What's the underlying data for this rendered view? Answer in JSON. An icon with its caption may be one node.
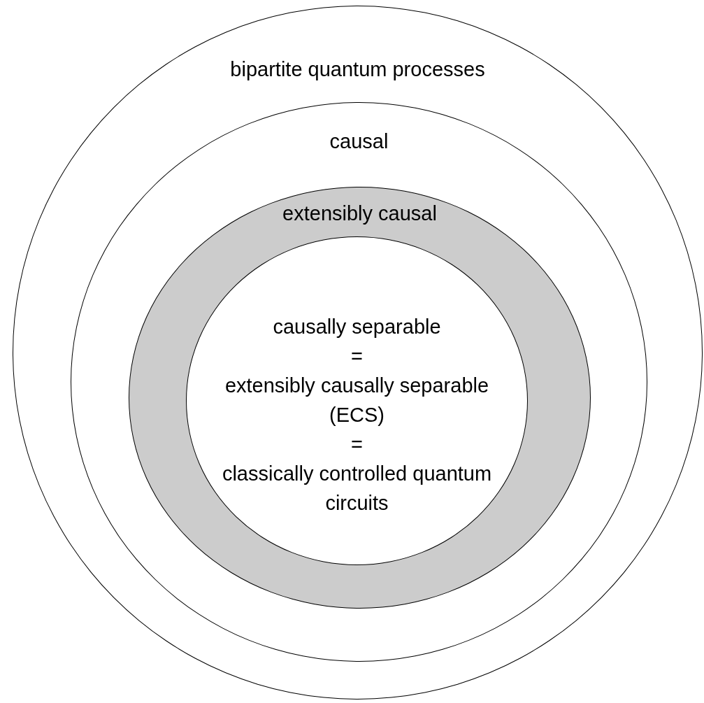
{
  "diagram": {
    "nodes": [
      {
        "text": [
          "bipartite quantum processes"
        ]
      },
      {
        "text": [
          "causal"
        ],
        "in": 0
      },
      {
        "text": [
          "extensibly causal"
        ],
        "in": 1
      },
      {
        "text": [
          "causally separable",
          "=",
          "extensibly causally separable (ECS)",
          "=",
          "classically controlled quantum circuits"
        ],
        "in": 2
      }
    ],
    "edges": []
  }
}
